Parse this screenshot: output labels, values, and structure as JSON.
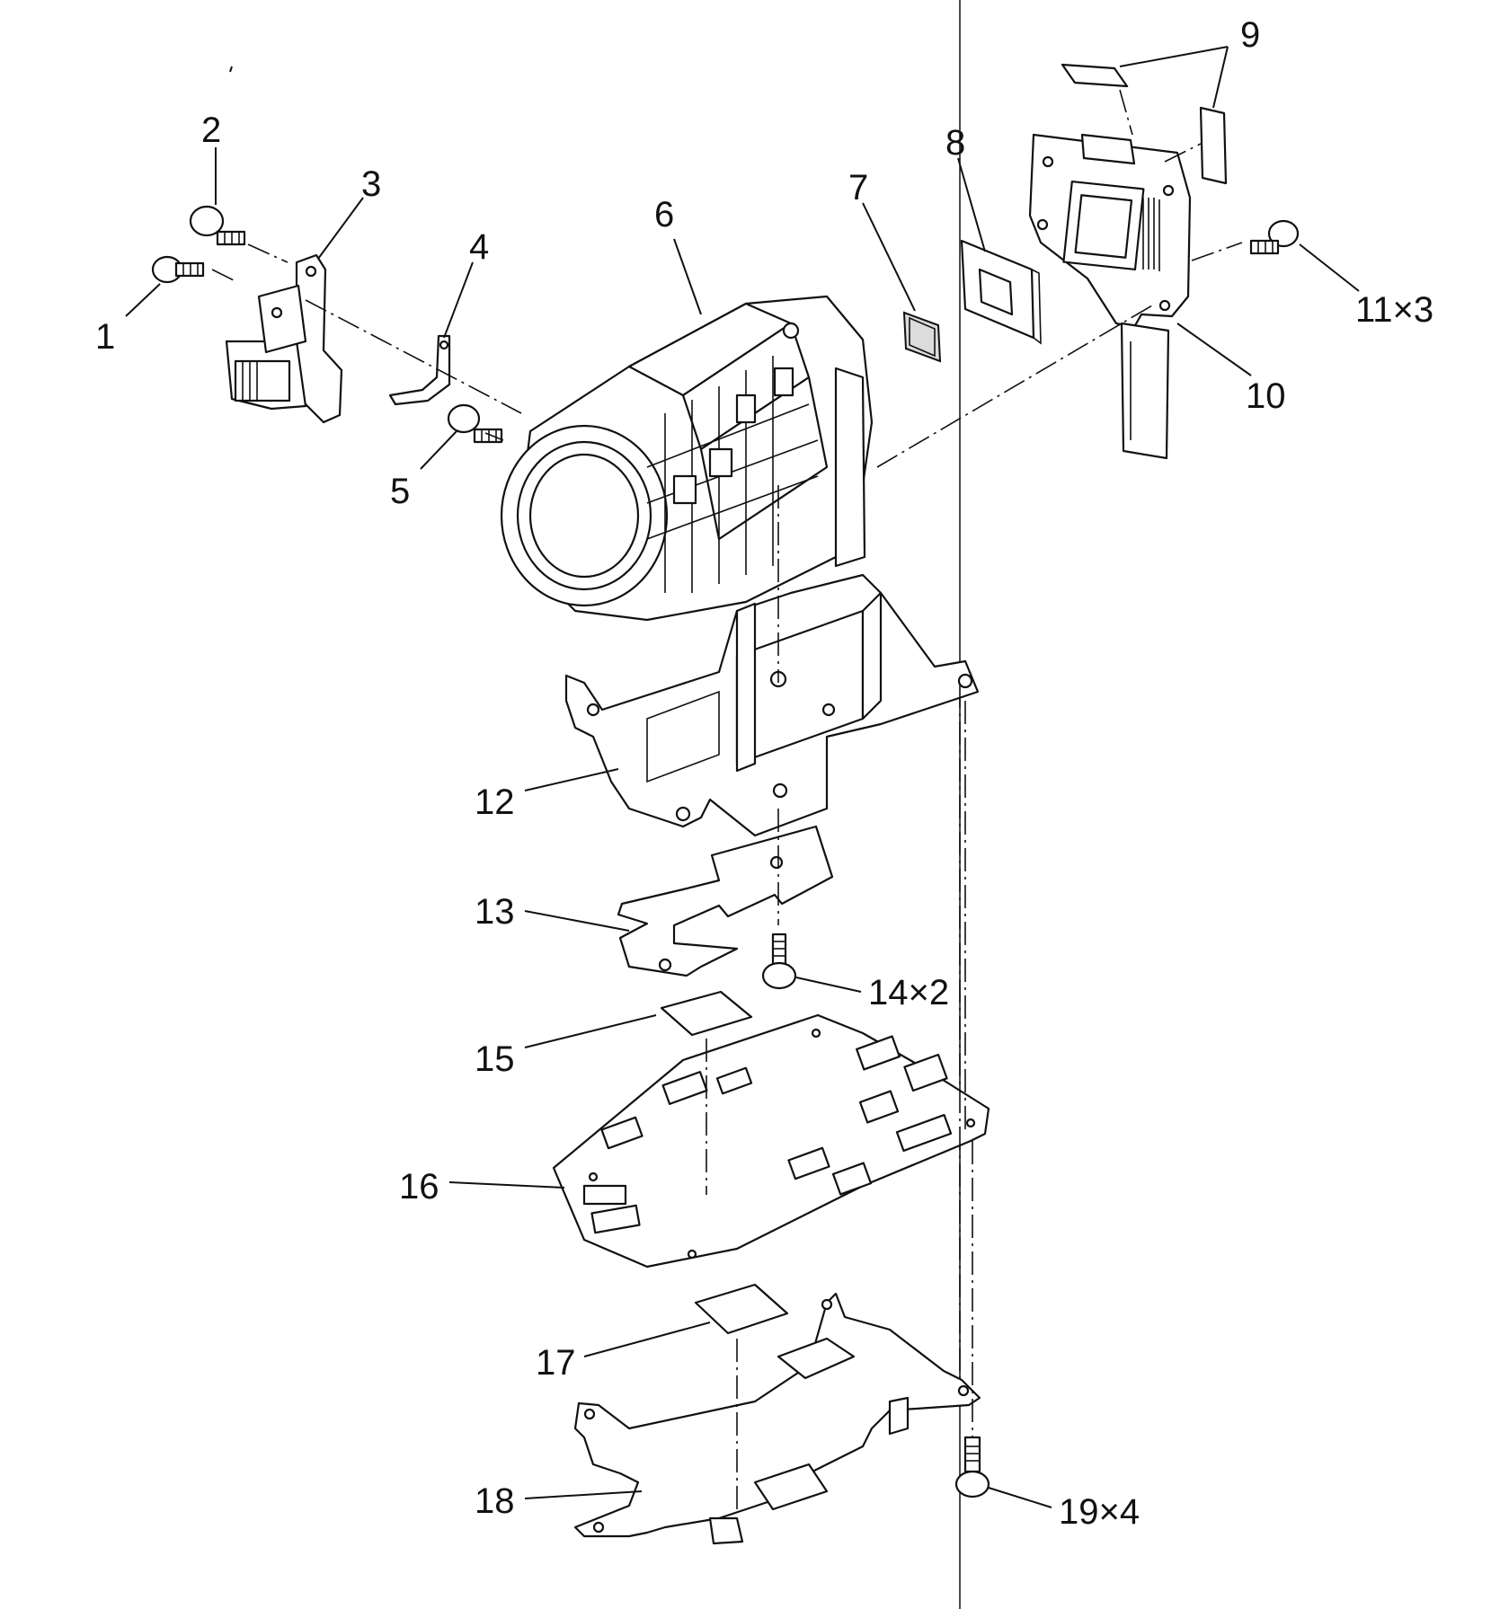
{
  "diagram": {
    "callouts": [
      {
        "id": "1",
        "label": "1"
      },
      {
        "id": "2",
        "label": "2"
      },
      {
        "id": "3",
        "label": "3"
      },
      {
        "id": "4",
        "label": "4"
      },
      {
        "id": "5",
        "label": "5"
      },
      {
        "id": "6",
        "label": "6"
      },
      {
        "id": "7",
        "label": "7"
      },
      {
        "id": "8",
        "label": "8"
      },
      {
        "id": "9",
        "label": "9"
      },
      {
        "id": "10",
        "label": "10"
      },
      {
        "id": "11",
        "label": "11×3"
      },
      {
        "id": "12",
        "label": "12"
      },
      {
        "id": "13",
        "label": "13"
      },
      {
        "id": "14",
        "label": "14×2"
      },
      {
        "id": "15",
        "label": "15"
      },
      {
        "id": "16",
        "label": "16"
      },
      {
        "id": "17",
        "label": "17"
      },
      {
        "id": "18",
        "label": "18"
      },
      {
        "id": "19",
        "label": "19×4"
      }
    ]
  }
}
